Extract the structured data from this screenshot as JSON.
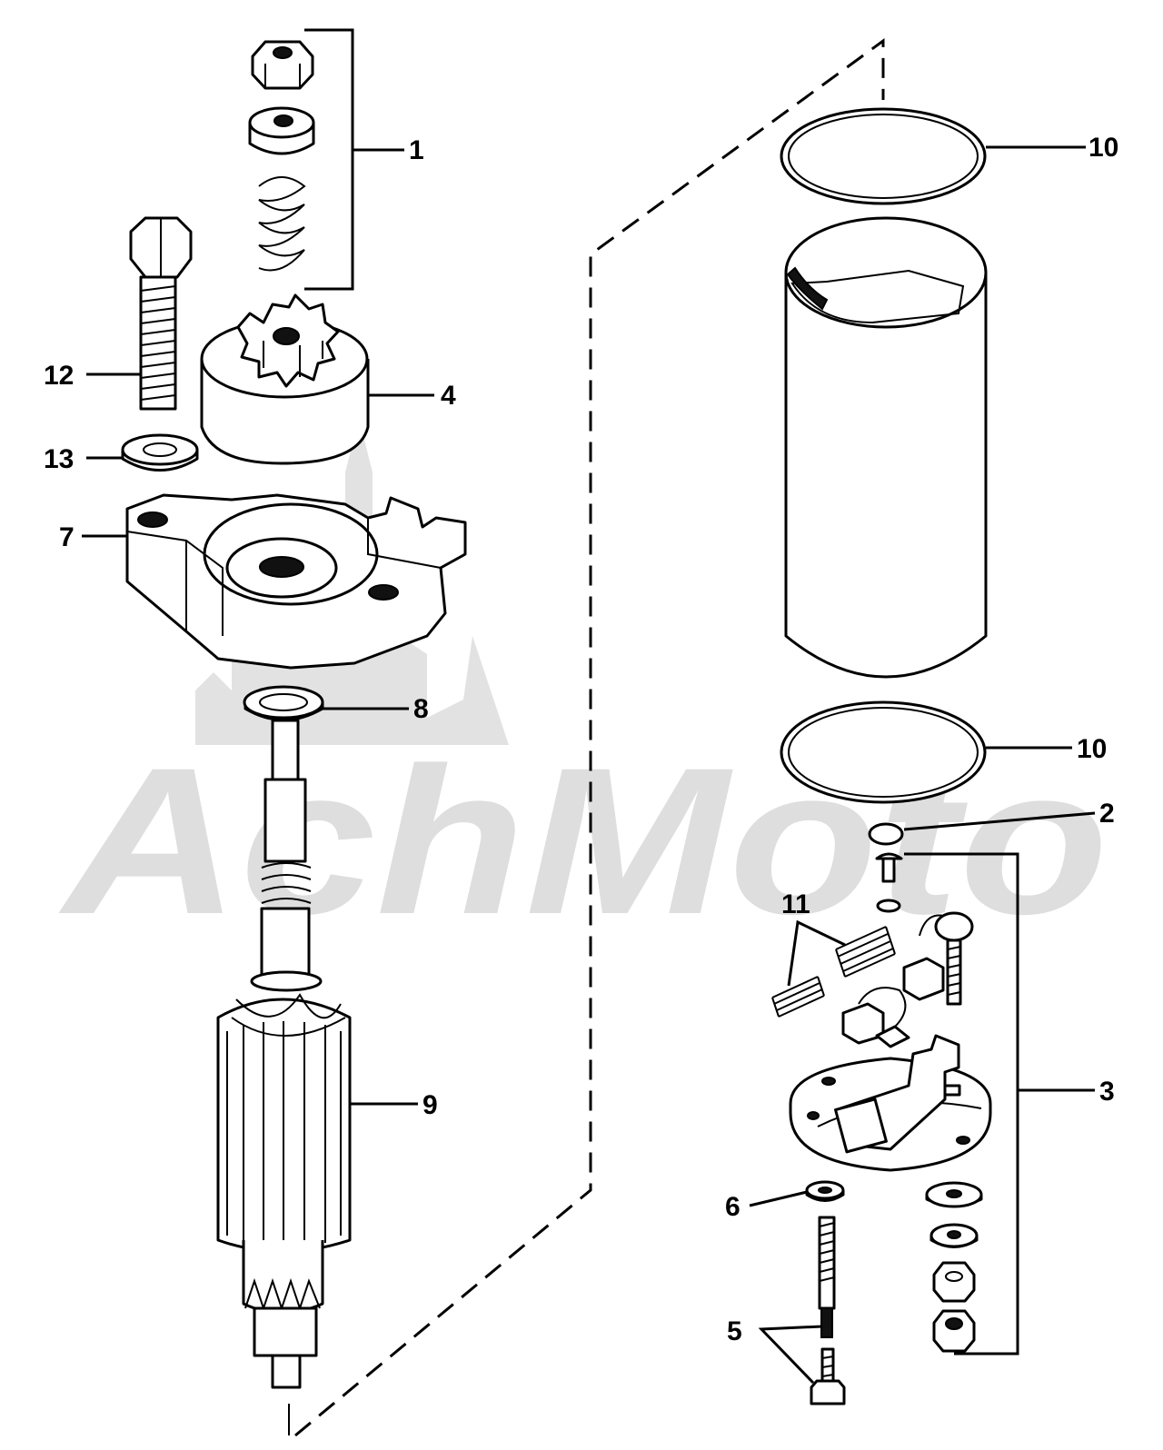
{
  "callouts": {
    "c1": "1",
    "c2": "2",
    "c3": "3",
    "c4": "4",
    "c5": "5",
    "c6": "6",
    "c7": "7",
    "c8": "8",
    "c9": "9",
    "c10a": "10",
    "c10b": "10",
    "c11": "11",
    "c12": "12",
    "c13": "13"
  },
  "watermark": "AchMoto"
}
